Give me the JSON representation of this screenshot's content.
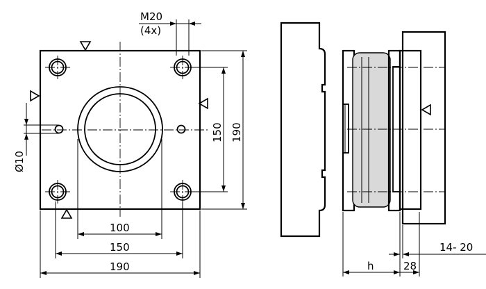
{
  "front_view": {
    "thread_label": "M20",
    "thread_count": "(4x)",
    "dim_hole_spacing_small": "100",
    "dim_hole_spacing": "150",
    "dim_plate_width": "190",
    "dim_vertical_spacing": "150",
    "dim_plate_height": "190",
    "dim_pin_diameter": "Ø10"
  },
  "side_view": {
    "dim_h": "h",
    "dim_28": "28",
    "dim_range": "14- 20"
  }
}
